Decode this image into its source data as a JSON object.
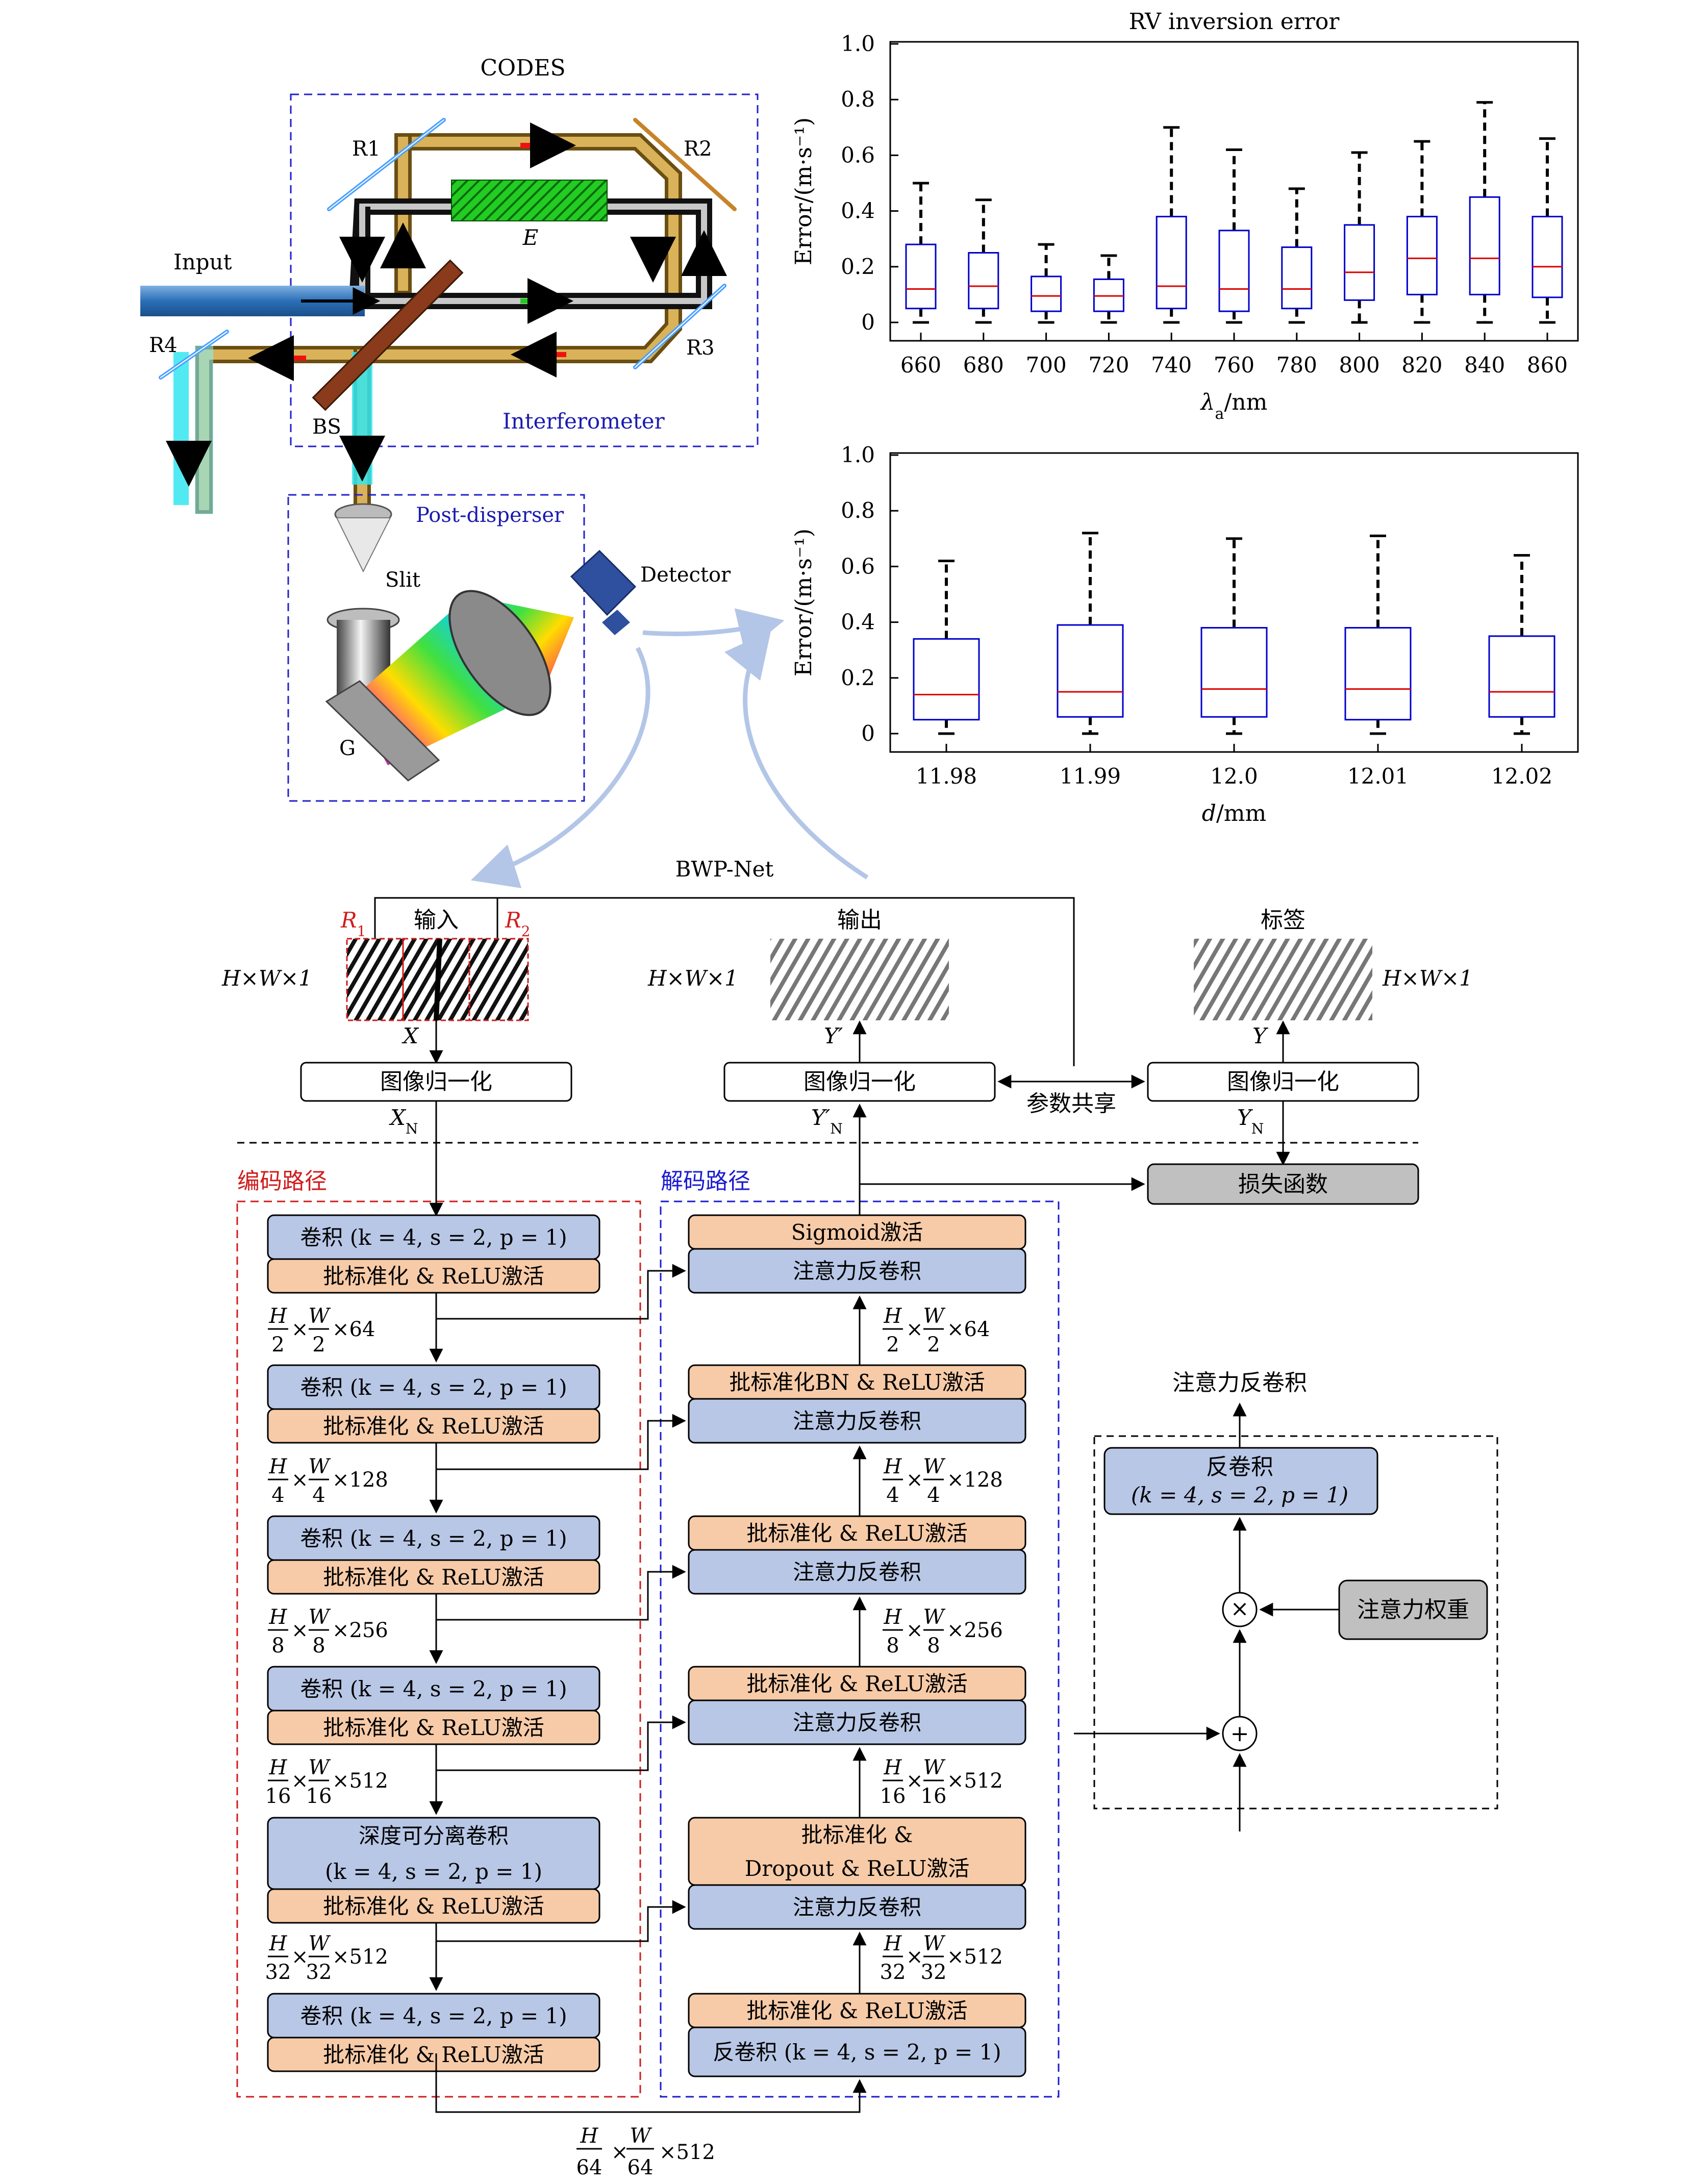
{
  "codes": {
    "title": "CODES",
    "input": "Input",
    "mirrors": {
      "r1": "R1",
      "r2": "R2",
      "r3": "R3",
      "r4": "R4"
    },
    "etalon": "E",
    "beam_splitter": "BS",
    "interferometer": "Interferometer",
    "post_disperser": "Post-disperser",
    "slit": "Slit",
    "detector": "Detector",
    "grating": "G"
  },
  "chart_data": [
    {
      "type": "box",
      "title": "RV inversion error",
      "xlabel": "λa/nm",
      "ylabel": "Error/(m·s⁻¹)",
      "ylim": [
        0,
        1.0
      ],
      "yticks": [
        "0",
        "0.2",
        "0.4",
        "0.6",
        "0.8",
        "1.0"
      ],
      "categories": [
        "660",
        "680",
        "700",
        "720",
        "740",
        "760",
        "780",
        "800",
        "820",
        "840",
        "860"
      ],
      "boxes": [
        {
          "min": 0.0,
          "q1": 0.05,
          "median": 0.12,
          "q3": 0.28,
          "max": 0.5
        },
        {
          "min": 0.0,
          "q1": 0.05,
          "median": 0.13,
          "q3": 0.25,
          "max": 0.44
        },
        {
          "min": 0.0,
          "q1": 0.04,
          "median": 0.095,
          "q3": 0.165,
          "max": 0.28
        },
        {
          "min": 0.0,
          "q1": 0.04,
          "median": 0.095,
          "q3": 0.155,
          "max": 0.24
        },
        {
          "min": 0.0,
          "q1": 0.05,
          "median": 0.13,
          "q3": 0.38,
          "max": 0.7
        },
        {
          "min": 0.0,
          "q1": 0.04,
          "median": 0.12,
          "q3": 0.33,
          "max": 0.62
        },
        {
          "min": 0.0,
          "q1": 0.05,
          "median": 0.12,
          "q3": 0.27,
          "max": 0.48
        },
        {
          "min": 0.0,
          "q1": 0.08,
          "median": 0.18,
          "q3": 0.35,
          "max": 0.61
        },
        {
          "min": 0.0,
          "q1": 0.1,
          "median": 0.23,
          "q3": 0.38,
          "max": 0.65
        },
        {
          "min": 0.0,
          "q1": 0.1,
          "median": 0.23,
          "q3": 0.45,
          "max": 0.79
        },
        {
          "min": 0.0,
          "q1": 0.09,
          "median": 0.2,
          "q3": 0.38,
          "max": 0.66
        }
      ]
    },
    {
      "type": "box",
      "title": "",
      "xlabel": "d/mm",
      "ylabel": "Error/(m·s⁻¹)",
      "ylim": [
        0,
        1.0
      ],
      "yticks": [
        "0",
        "0.2",
        "0.4",
        "0.6",
        "0.8",
        "1.0"
      ],
      "categories": [
        "11.98",
        "11.99",
        "12.0",
        "12.01",
        "12.02"
      ],
      "boxes": [
        {
          "min": 0.0,
          "q1": 0.05,
          "median": 0.14,
          "q3": 0.34,
          "max": 0.62
        },
        {
          "min": 0.0,
          "q1": 0.06,
          "median": 0.15,
          "q3": 0.39,
          "max": 0.72
        },
        {
          "min": 0.0,
          "q1": 0.06,
          "median": 0.16,
          "q3": 0.38,
          "max": 0.7
        },
        {
          "min": 0.0,
          "q1": 0.05,
          "median": 0.16,
          "q3": 0.38,
          "max": 0.71
        },
        {
          "min": 0.0,
          "q1": 0.06,
          "median": 0.15,
          "q3": 0.35,
          "max": 0.64
        }
      ]
    }
  ],
  "colors": {
    "conv": "#b8c7e6",
    "bn": "#f7cba8",
    "loss": "#c0c0c0",
    "box": "#0000cc",
    "median": "#dd0000",
    "enc_border": "#d01c1c",
    "dec_border": "#1c1cd0",
    "connector": "#b4c6e7"
  },
  "net": {
    "title": "BWP-Net",
    "input_label": "输入",
    "output_label": "输出",
    "label_label": "标签",
    "r1": "R1",
    "r2": "R2",
    "dim": "H×W×1",
    "x": "X",
    "xn": "XN",
    "y_prime": "Y′",
    "yn_prime": "Y′N",
    "y": "Y",
    "yn": "YN",
    "normalize": "图像归一化",
    "param_share": "参数共享",
    "loss": "损失函数",
    "encoder_title": "编码路径",
    "decoder_title": "解码路径",
    "conv": "卷积 (k = 4, s = 2, p = 1)",
    "bn_relu": "批标准化 & ReLU激活",
    "dsconv_1": "深度可分离卷积",
    "dsconv_2": "(k = 4, s = 2, p = 1)",
    "sigmoid": "Sigmoid激活",
    "att_deconv": "注意力反卷积",
    "bn_bn_relu": "批标准化BN & ReLU激活",
    "dropout_1": "批标准化 &",
    "dropout_2": "Dropout & ReLU激活",
    "deconv_full": "反卷积 (k = 4, s = 2, p = 1)",
    "dims": [
      "H/2 × W/2 × 64",
      "H/4 × W/4 × 128",
      "H/8 × W/8 × 256",
      "H/16 × W/16 × 512",
      "H/32 × W/32 × 512",
      "H/64 × W/64 × 512"
    ],
    "attn_title": "注意力反卷积",
    "attn_deconv_1": "反卷积",
    "attn_deconv_2": "(k = 4, s = 2, p = 1)",
    "attn_weight": "注意力权重"
  }
}
